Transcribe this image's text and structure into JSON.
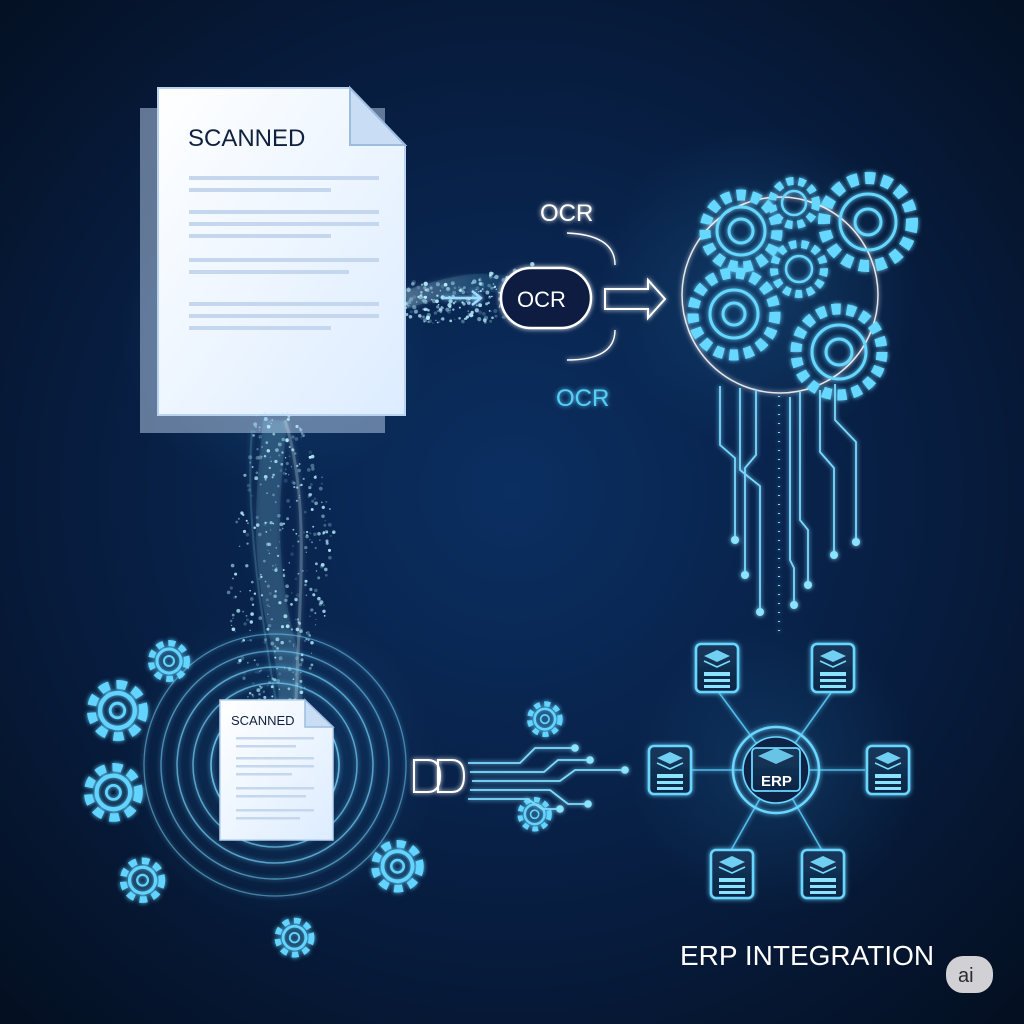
{
  "labels": {
    "scanned_main": "SCANNED",
    "ocr_top": "OCR",
    "ocr_center": "OCR",
    "ocr_bottom": "OCR",
    "scanned_small": "SCANNED",
    "erp_center": "ERP",
    "erp_integration": "ERP INTEGRATION",
    "ai_badge": "ai"
  },
  "colors": {
    "background": "#061633",
    "accent_cyan": "#5fd3ff",
    "document_paper": "#eef6ff",
    "document_text": "#10213f",
    "white_text": "#ffffff"
  },
  "icons": {
    "process_engine": "gears-icon",
    "erp_nodes": "database-icon",
    "decorative": "gear-icon"
  }
}
